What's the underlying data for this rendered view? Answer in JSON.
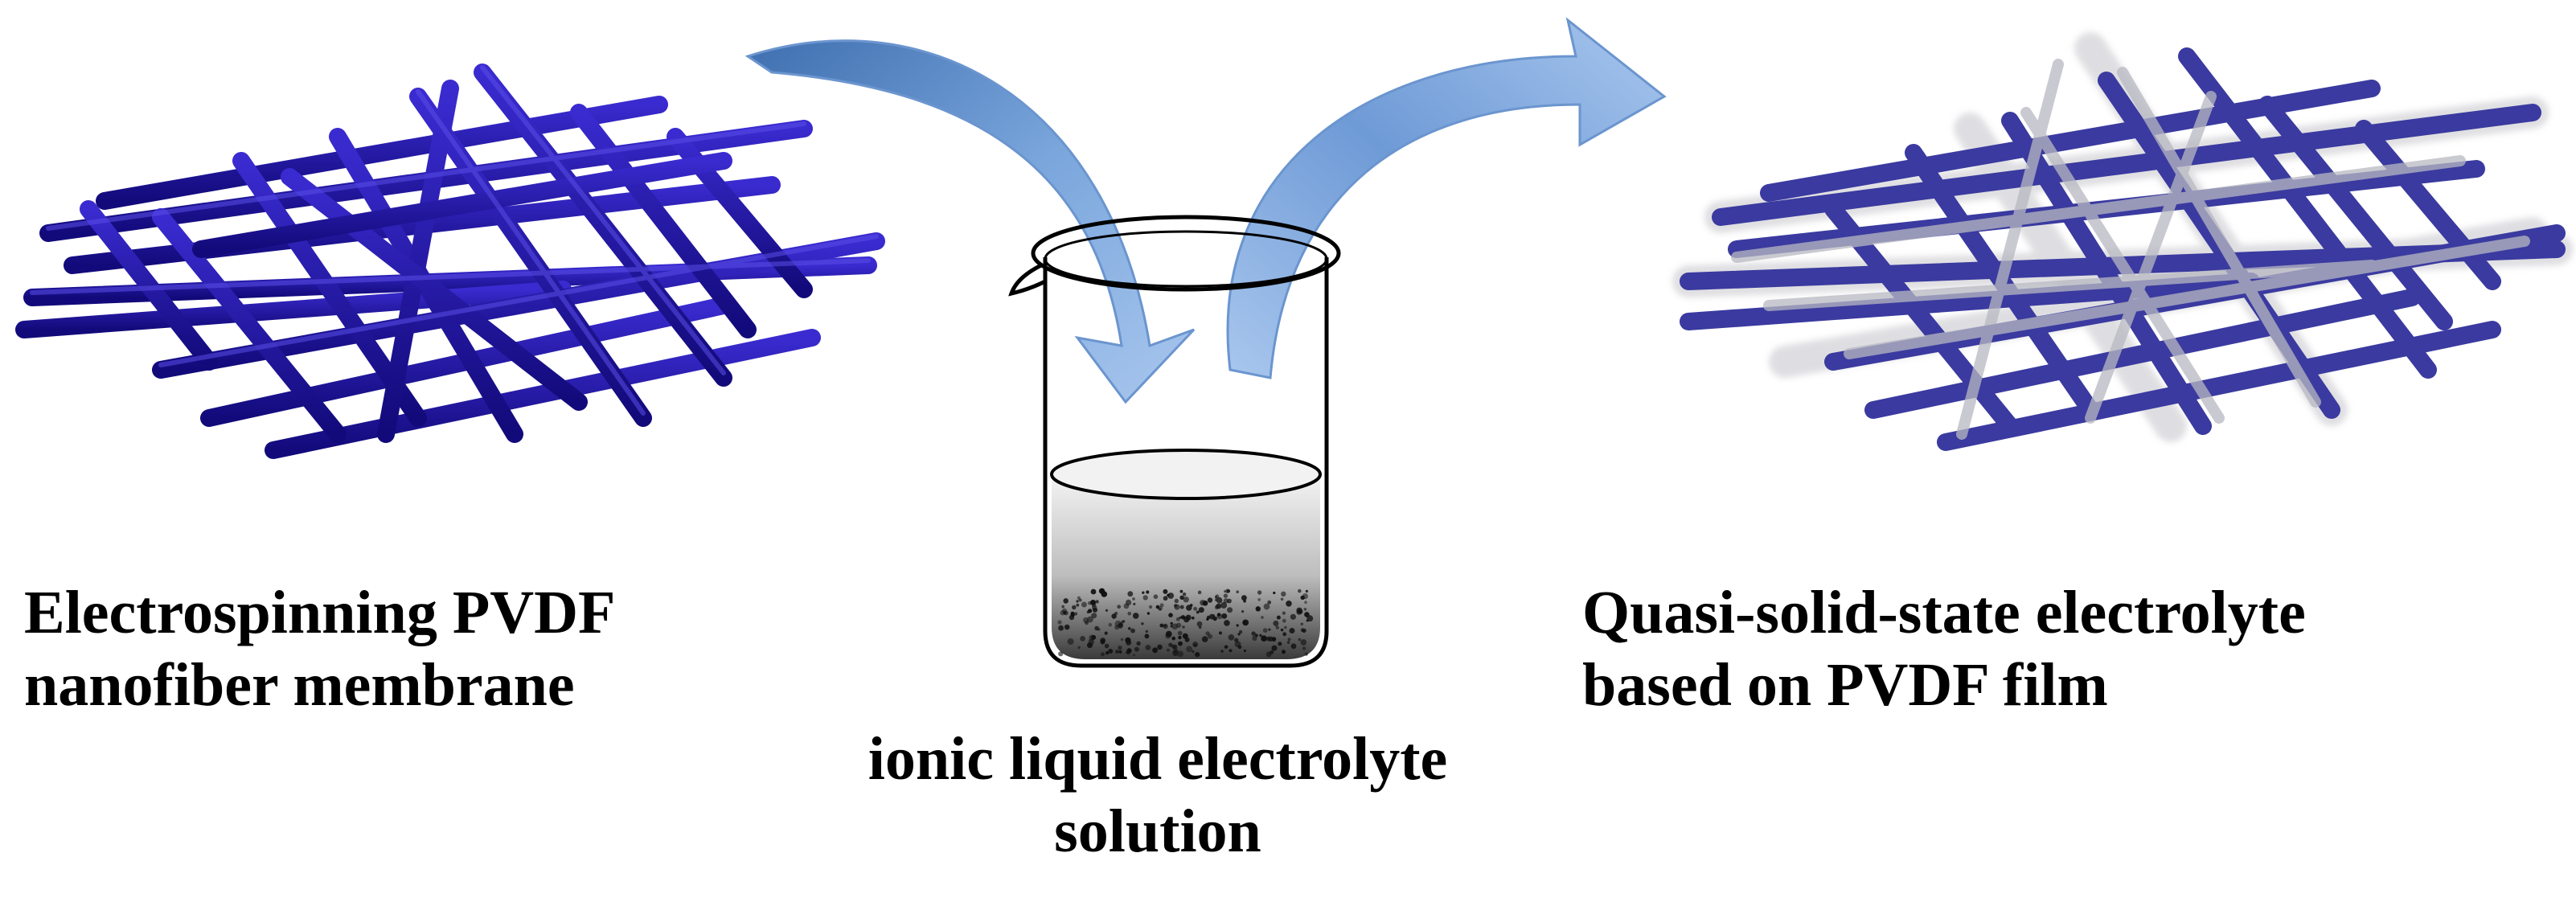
{
  "panels": {
    "left": {
      "caption_line1": "Electrospinning PVDF",
      "caption_line2": "nanofiber membrane",
      "fiber_color": "#1a0f9a"
    },
    "center": {
      "caption_line1": "ionic liquid electrolyte",
      "caption_line2": "solution"
    },
    "right": {
      "caption_line1": "Quasi-solid-state electrolyte",
      "caption_line2": "based on PVDF film",
      "fiber_color": "#3a3aa0",
      "coating_color": "#a8a8b0"
    }
  },
  "arrows": {
    "color": "#7aa6dc",
    "icons": [
      "curved-arrow-down-icon",
      "curved-arrow-up-icon"
    ]
  },
  "beaker": {
    "icon": "beaker-icon"
  }
}
